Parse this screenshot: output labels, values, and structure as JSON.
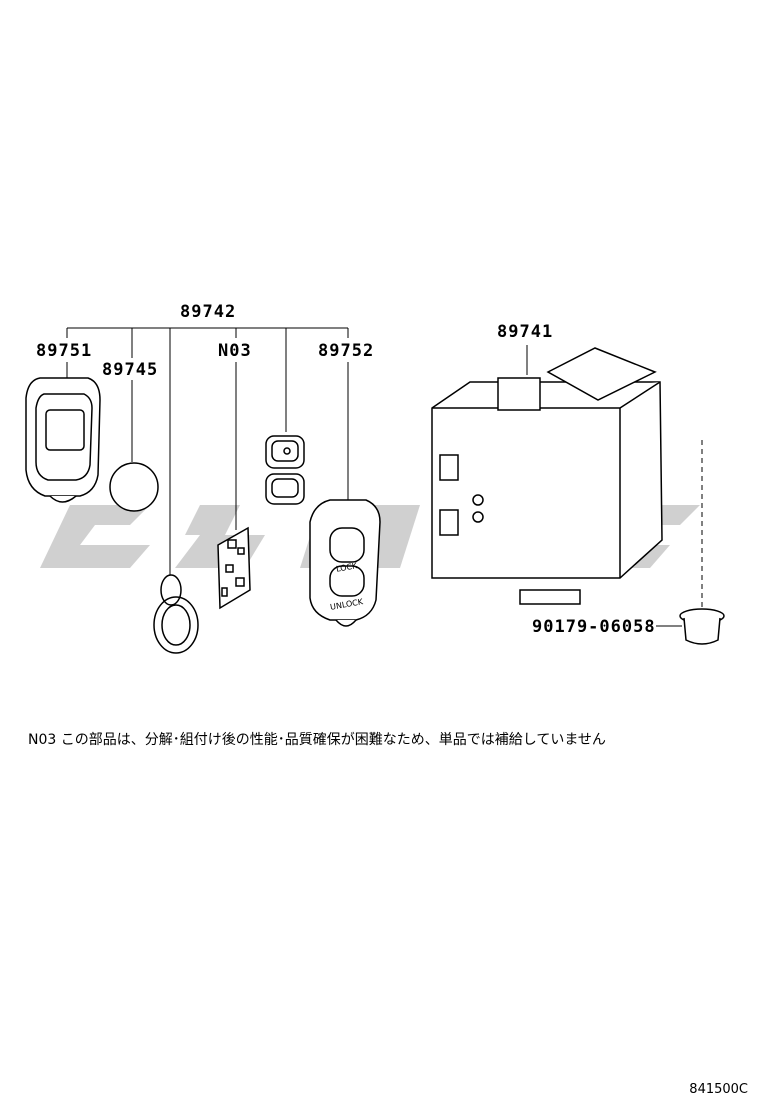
{
  "labels": {
    "assy_group": "89742",
    "case_front": "89751",
    "battery": "89745",
    "circuit_board": "N03",
    "case_rear": "89752",
    "receiver": "89741",
    "clip": "90179-06058"
  },
  "fob_text": {
    "lock": "LOCK",
    "unlock": "UNLOCK"
  },
  "note": "N03 この部品は、分解･組付け後の性能･品質確保が困難なため、単品では補給していません",
  "illustration_code": "841500C",
  "watermark": {
    "color": "#c8c8c8"
  }
}
